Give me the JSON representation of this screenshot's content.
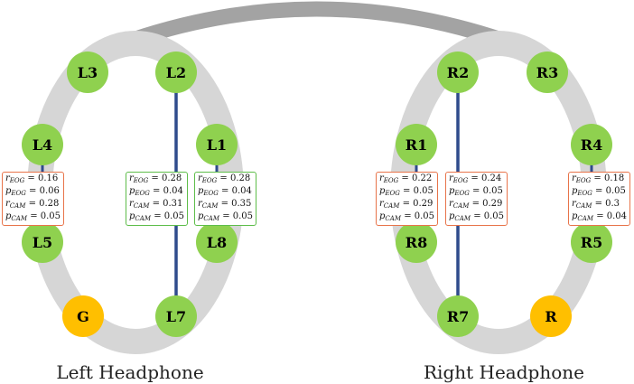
{
  "colors": {
    "ring": "#d6d6d6",
    "headband": "#a3a3a3",
    "electrode": "#8fd14f",
    "electrode_special": "#ffbf00",
    "link": "#2f4b8c",
    "box_orange": "#e8744a",
    "box_green": "#5ebd4a"
  },
  "left": {
    "caption": "Left Headphone",
    "electrodes": {
      "L3": "L3",
      "L2": "L2",
      "L4": "L4",
      "L1": "L1",
      "L5": "L5",
      "L8": "L8",
      "G": "G",
      "L7": "L7"
    },
    "boxes": {
      "L4_L5": {
        "r_eog": "= 0.16",
        "p_eog": "= 0.06",
        "r_cam": "= 0.28",
        "p_cam": "= 0.05"
      },
      "L2_L7": {
        "r_eog": "= 0.28",
        "p_eog": "= 0.04",
        "r_cam": "= 0.31",
        "p_cam": "= 0.05"
      },
      "L1_L8": {
        "r_eog": "= 0.28",
        "p_eog": "= 0.04",
        "r_cam": "= 0.35",
        "p_cam": "= 0.05"
      }
    }
  },
  "right": {
    "caption": "Right Headphone",
    "electrodes": {
      "R2": "R2",
      "R3": "R3",
      "R1": "R1",
      "R4": "R4",
      "R8": "R8",
      "R5": "R5",
      "R7": "R7",
      "R": "R"
    },
    "boxes": {
      "R1_R8": {
        "r_eog": "= 0.22",
        "p_eog": "= 0.05",
        "r_cam": "= 0.29",
        "p_cam": "= 0.05"
      },
      "R2_R7": {
        "r_eog": "= 0.24",
        "p_eog": "= 0.05",
        "r_cam": "= 0.29",
        "p_cam": "= 0.05"
      },
      "R4_R5": {
        "r_eog": "= 0.18",
        "p_eog": "= 0.05",
        "r_cam": "= 0.3",
        "p_cam": "= 0.04"
      }
    }
  },
  "symbols": {
    "r": "r",
    "p": "p",
    "eog": "EOG",
    "cam": "CAM"
  }
}
